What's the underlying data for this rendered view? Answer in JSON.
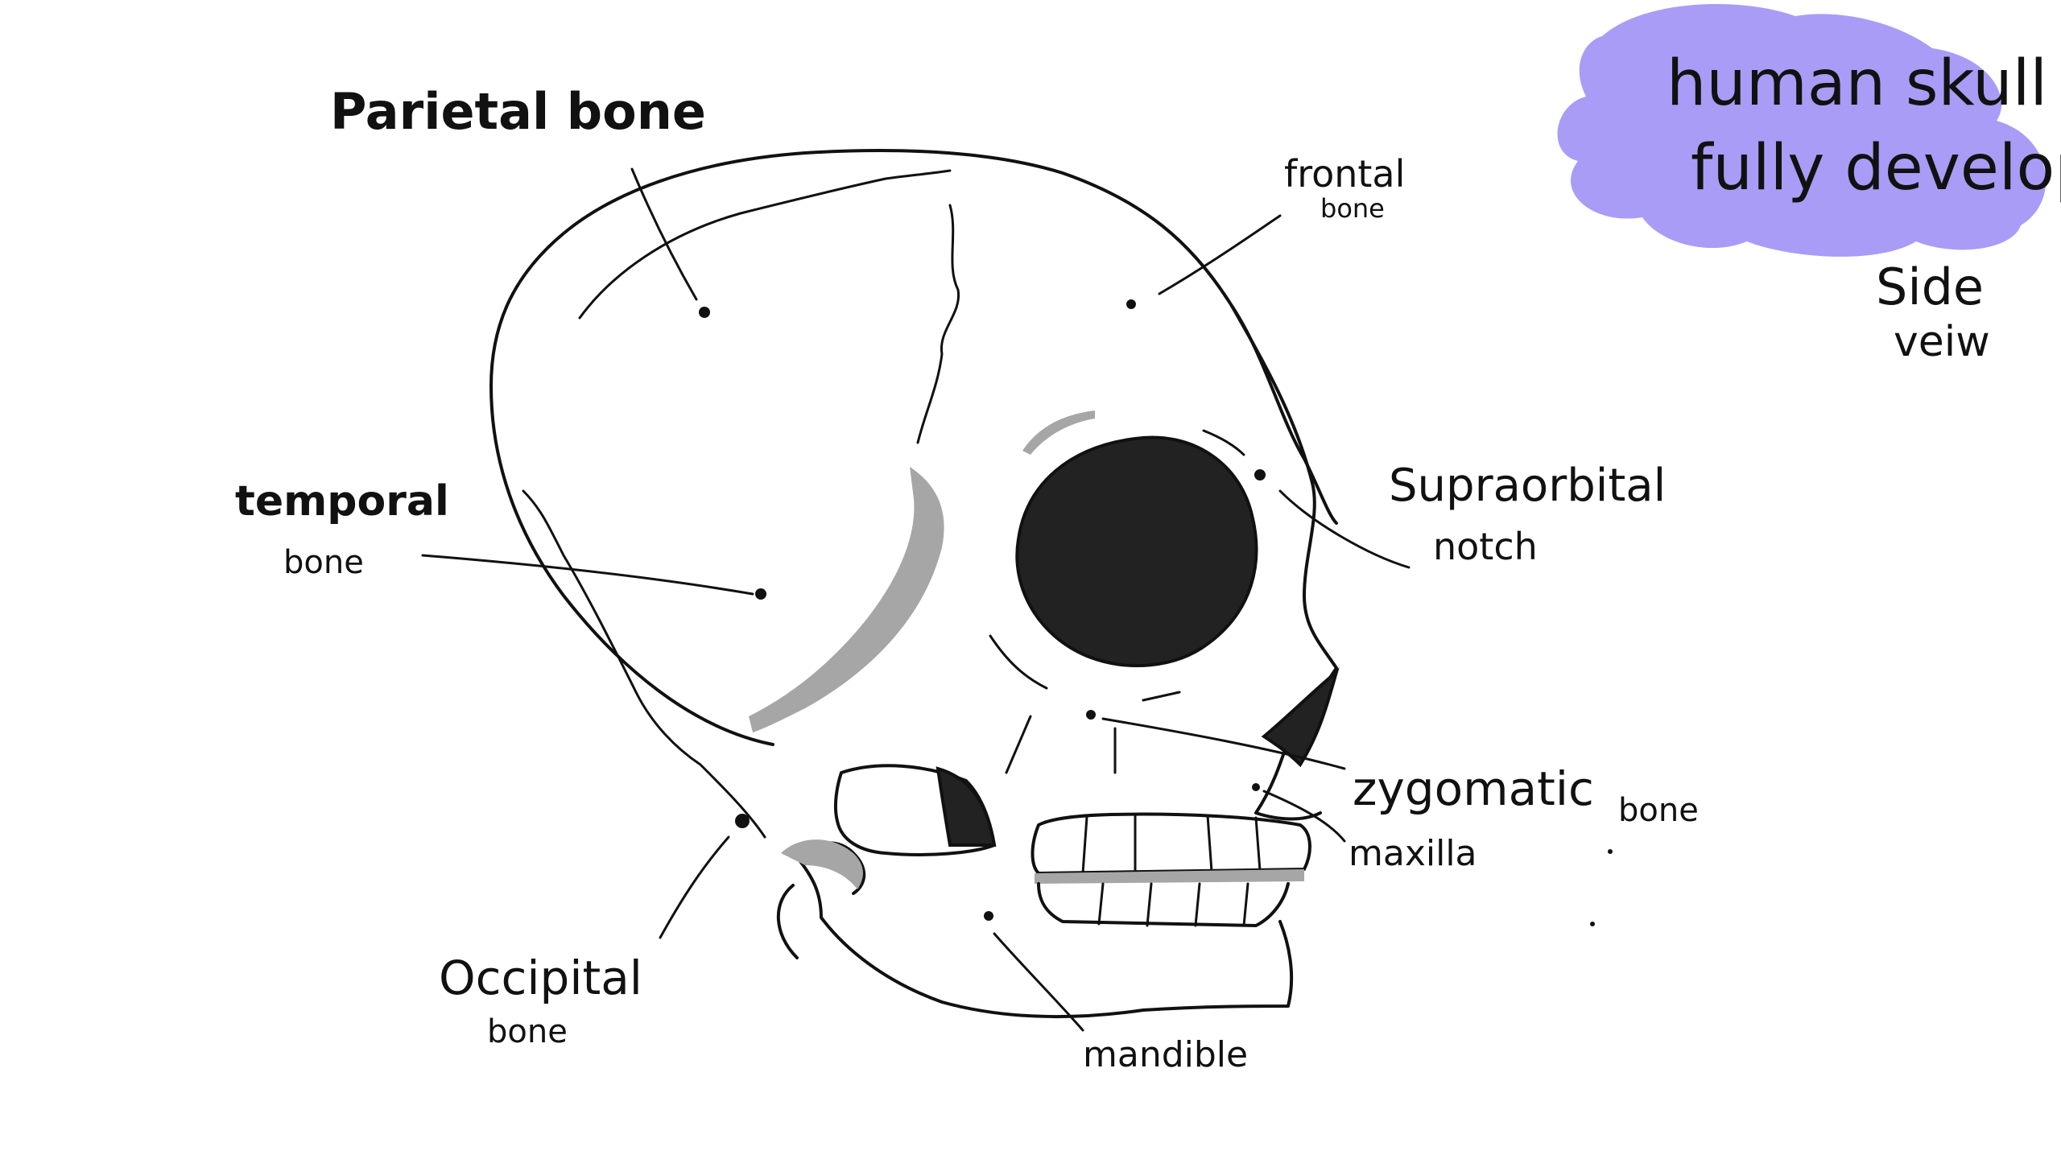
{
  "title": {
    "line1": "human skull",
    "line2": "fully developed",
    "bubble_color": "#a99cf7"
  },
  "subtitle": {
    "line1": "Side",
    "line2": "veiw"
  },
  "labels": {
    "parietal": "Parietal bone",
    "frontal_1": "frontal",
    "frontal_2": "bone",
    "temporal_1": "temporal",
    "temporal_2": "bone",
    "supraorbital_1": "Supraorbital",
    "supraorbital_2": "notch",
    "zygomatic_1": "zygomatic",
    "zygomatic_2": "bone",
    "maxilla": "maxilla",
    "occipital_1": "Occipital",
    "occipital_2": "bone",
    "mandible": "mandible"
  },
  "colors": {
    "ink": "#111111",
    "shade": "#a6a6a6",
    "orbit": "#222222"
  }
}
